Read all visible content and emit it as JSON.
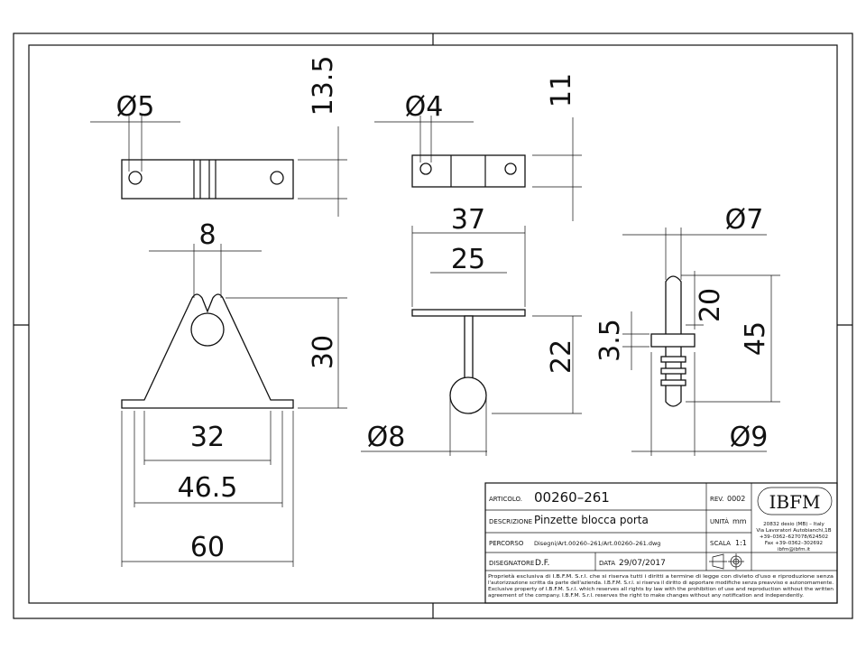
{
  "dimensions": {
    "top_left_hole": "Ø5",
    "top_left_height": "13.5",
    "top_center_hole": "Ø4",
    "top_center_height": "11",
    "clip_gap": "8",
    "clip_height": "30",
    "clip_hole_spacing": "32",
    "clip_width_mid": "46.5",
    "clip_width": "60",
    "t_width": "37",
    "t_inner": "25",
    "t_height": "22",
    "ball_dia": "Ø8",
    "pin_dia": "Ø7",
    "pin_tip": "20",
    "collar": "3.5",
    "pin_length": "45",
    "collar_dia": "Ø9"
  },
  "title_block": {
    "articolo_label": "ARTICOLO.",
    "articolo": "00260–261",
    "rev_label": "REV.",
    "rev": "0002",
    "descrizione_label": "DESCRIZIONE",
    "descrizione": "Pinzette blocca porta",
    "unita_label": "UNITÀ",
    "unita": "mm",
    "percorso_label": "PERCORSO",
    "percorso": "Disegni/Art.00260–261/Art.00260–261.dwg",
    "scala_label": "SCALA",
    "scala": "1:1",
    "disegnatore_label": "DISEGNATORE",
    "disegnatore": "D.F.",
    "data_label": "DATA",
    "data": "29/07/2017",
    "logo": "IBFM",
    "address": [
      "20832 desio (MB) – Italy",
      "Via Lavoratori Autobianchi,1B",
      "+39–0362–627078/624502",
      "Fax +39–0362–302692",
      "ibfm@ibfm.it"
    ],
    "notes": [
      "Proprietà esclusiva di I.B.F.M. S.r.l. che si riserva tutti i diritti a termine di legge con divieto d'uso e riproduzione senza",
      "l'autorizzazione scritta da parte dell'azienda. I.B.F.M. S.r.l. si riserva il diritto di apportare modifiche senza preavviso e autonomamente.",
      "Exclusive property of I.B.F.M. S.r.l. which reserves all rights by law with the prohibition of use and reproduction without the written",
      "agreement of the company. I.B.F.M. S.r.l. reserves the right to make changes without any notification and independently."
    ]
  }
}
